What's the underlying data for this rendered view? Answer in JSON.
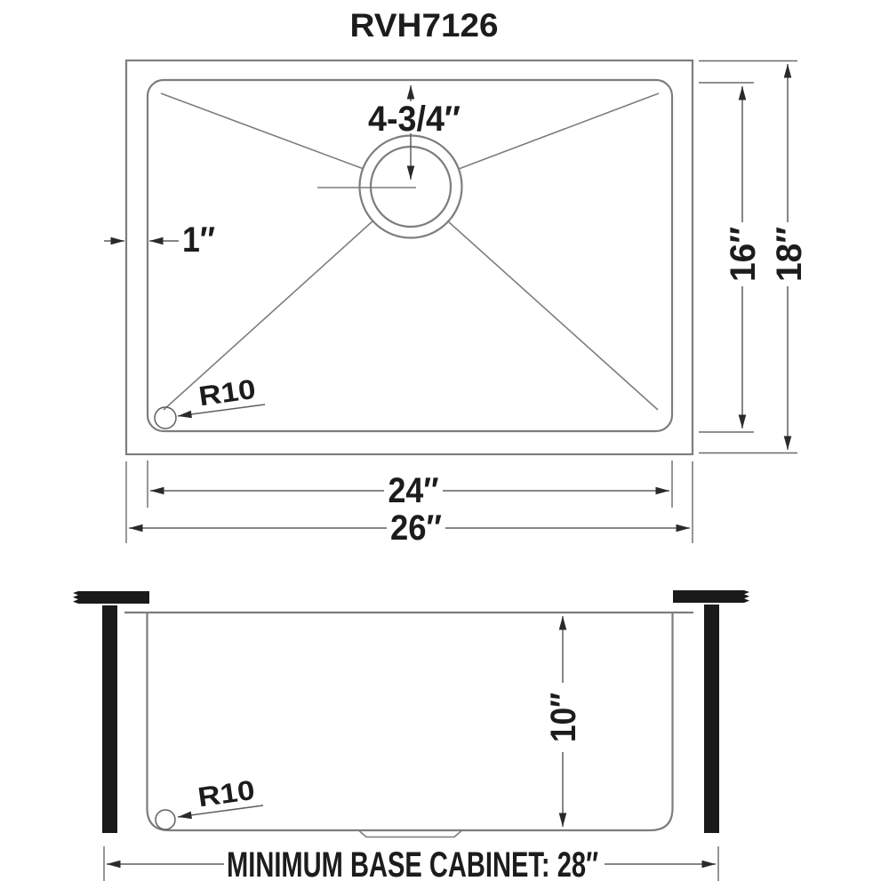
{
  "title": "RVH7126",
  "colors": {
    "outline_gray": "#7d7d7d",
    "dimension_gray": "#5f5f5f",
    "text_dark": "#1c1c1c",
    "solid_black": "#1a1a1a",
    "background": "#ffffff"
  },
  "top_view": {
    "drain_offset_label": "4-3/4″",
    "rim_label": "1″",
    "inner_width_label": "24″",
    "outer_width_label": "26″",
    "inner_depth_label": "16″",
    "outer_depth_label": "18″",
    "corner_radius_label": "R10"
  },
  "side_view": {
    "bowl_depth_label": "10″",
    "corner_radius_label": "R10",
    "cabinet_label": "MINIMUM BASE CABINET: 28″"
  }
}
